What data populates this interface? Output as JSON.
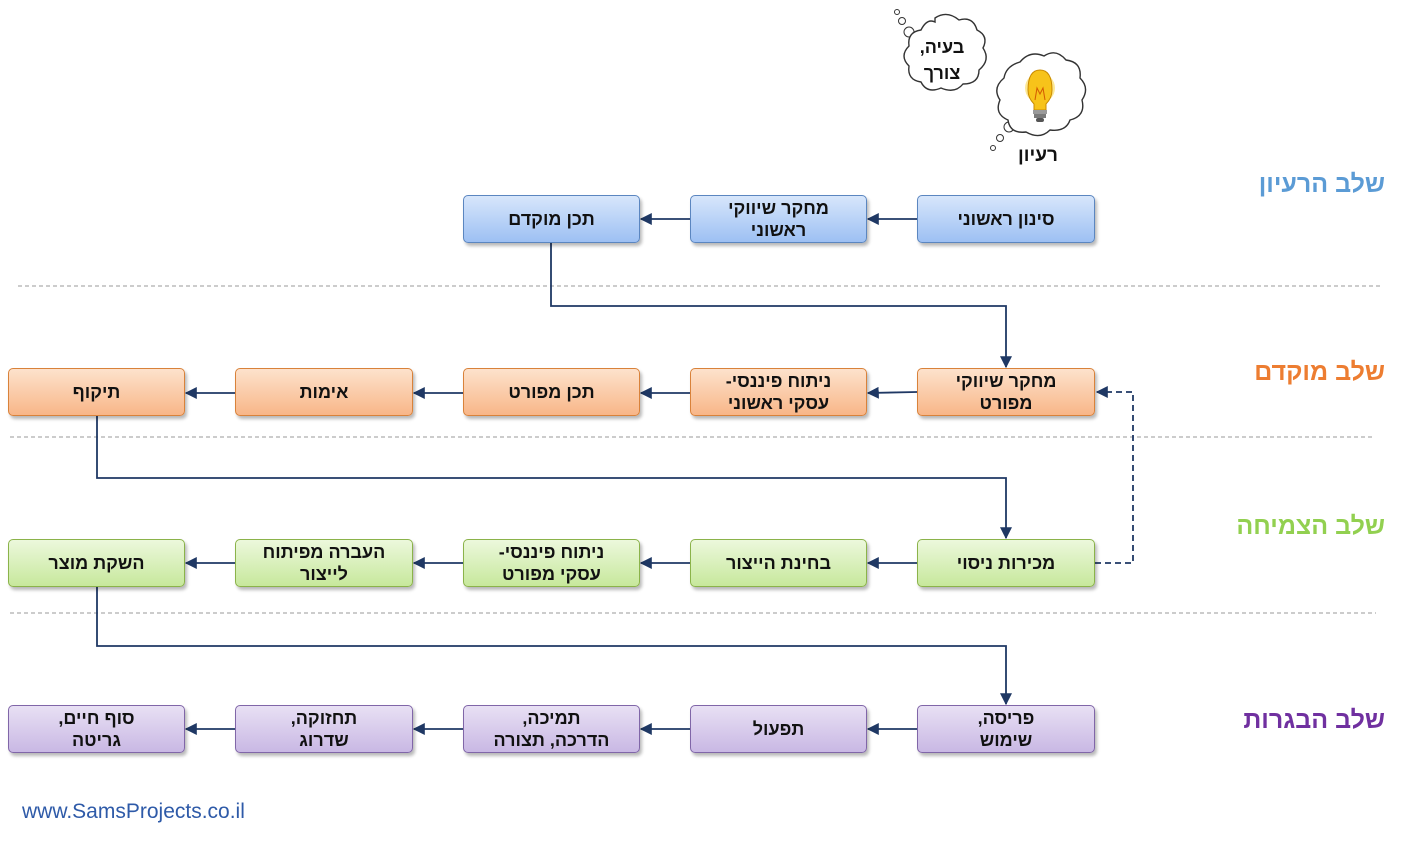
{
  "idea_bubbles": {
    "problem_line1": "בעיה,",
    "problem_line2": "צורך",
    "idea_label": "רעיון"
  },
  "stages": {
    "idea": "שלב הרעיון",
    "preliminary": "שלב מוקדם",
    "growth": "שלב הצמיחה",
    "maturity": "שלב הבגרות"
  },
  "nodes": {
    "initial_screening": {
      "l1": "סינון ראשוני",
      "l2": ""
    },
    "initial_market_research": {
      "l1": "מחקר שיווקי",
      "l2": "ראשוני"
    },
    "preliminary_spec": {
      "l1": "תכן מוקדם",
      "l2": ""
    },
    "detailed_market_research": {
      "l1": "מחקר שיווקי",
      "l2": "מפורט"
    },
    "initial_financial_analysis": {
      "l1": "ניתוח פיננסי-",
      "l2": "עסקי ראשוני"
    },
    "detailed_design": {
      "l1": "תכן מפורט",
      "l2": ""
    },
    "verification": {
      "l1": "אימות",
      "l2": ""
    },
    "validation": {
      "l1": "תיקוף",
      "l2": ""
    },
    "trial_sales": {
      "l1": "מכירות ניסוי",
      "l2": ""
    },
    "production_test": {
      "l1": "בחינת הייצור",
      "l2": ""
    },
    "detailed_financial_analysis": {
      "l1": "ניתוח פיננסי-",
      "l2": "עסקי מפורט"
    },
    "transfer_to_production": {
      "l1": "העברה מפיתוח",
      "l2": "לייצור"
    },
    "product_launch": {
      "l1": "השקת מוצר",
      "l2": ""
    },
    "deployment_usage": {
      "l1": "פריסה,",
      "l2": "שימוש"
    },
    "operation": {
      "l1": "תפעול",
      "l2": ""
    },
    "support": {
      "l1": "תמיכה,",
      "l2": "הדרכה, תצורה"
    },
    "maintenance": {
      "l1": "תחזוקה,",
      "l2": "שדרוג"
    },
    "end_of_life": {
      "l1": "סוף חיים,",
      "l2": "גריטה"
    }
  },
  "colors": {
    "arrow": "#1f3864",
    "divider": "#9a9a9a",
    "idea_stage": "#5b9bd5",
    "preliminary_stage": "#ed7d31",
    "growth_stage": "#92d050",
    "maturity_stage": "#7030a0"
  },
  "website": "www.SamsProjects.co.il"
}
